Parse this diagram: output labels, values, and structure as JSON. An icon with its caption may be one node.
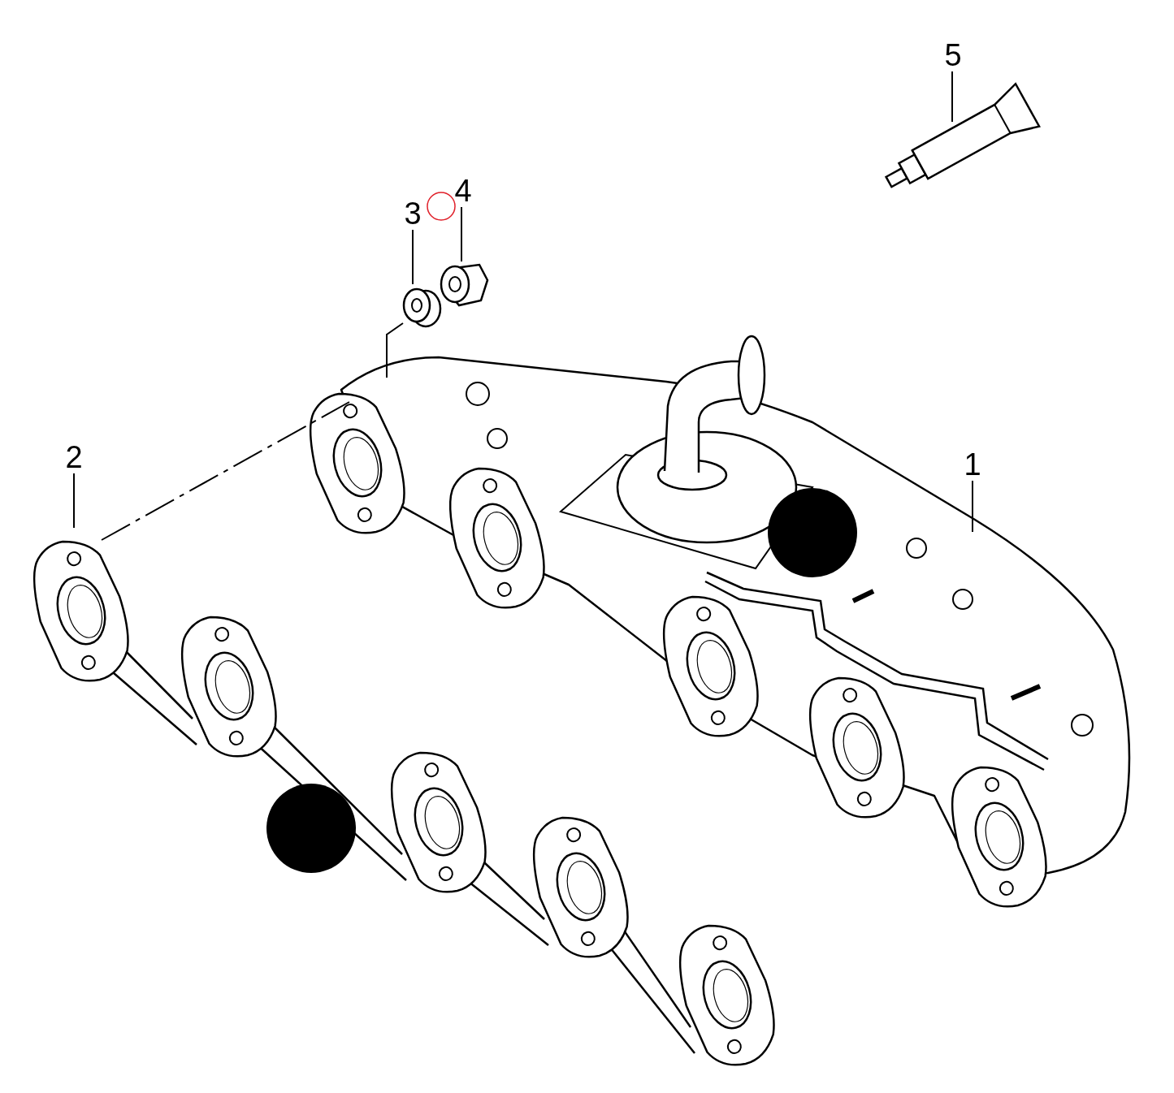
{
  "diagram": {
    "nodes": [
      {
        "text": [
          "1"
        ]
      },
      {
        "text": [],
        "shape": "picture"
      },
      {
        "text": [
          "2"
        ]
      },
      {
        "text": [],
        "shape": "picture"
      },
      {
        "text": [
          "3"
        ]
      },
      {
        "text": [],
        "shape": "picture"
      },
      {
        "text": [
          "4"
        ]
      },
      {
        "text": [],
        "shape": "picture"
      },
      {
        "text": [
          "5"
        ]
      },
      {
        "text": [],
        "shape": "picture"
      }
    ],
    "edges": [
      {
        "from": 0,
        "to": 1,
        "arrow": "none"
      },
      {
        "from": 2,
        "to": 3,
        "arrow": "none"
      },
      {
        "from": 4,
        "to": 5,
        "arrow": "none"
      },
      {
        "from": 6,
        "to": 7,
        "arrow": "none"
      },
      {
        "from": 8,
        "to": 9,
        "arrow": "none"
      },
      {
        "from": 5,
        "to": 1,
        "arrow": "none"
      },
      {
        "from": 3,
        "to": 1,
        "arrow": "none",
        "style": "dashed"
      }
    ]
  }
}
